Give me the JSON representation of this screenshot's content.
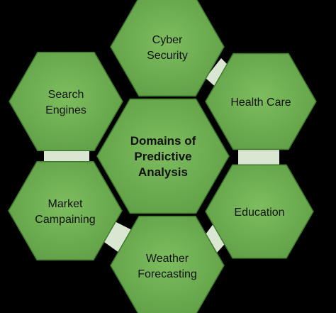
{
  "diagram": {
    "center": {
      "lines": [
        "Domains of",
        "Predictive",
        "Analysis"
      ]
    },
    "domains": [
      {
        "id": "cyber-security",
        "lines": [
          "Cyber",
          "Security"
        ]
      },
      {
        "id": "health-care",
        "lines": [
          "Health Care"
        ]
      },
      {
        "id": "education",
        "lines": [
          "Education"
        ]
      },
      {
        "id": "weather-forecasting",
        "lines": [
          "Weather",
          "Forecasting"
        ]
      },
      {
        "id": "market-campaining",
        "lines": [
          "Market",
          "Campaining"
        ]
      },
      {
        "id": "search-engines",
        "lines": [
          "Search",
          "Engines"
        ]
      }
    ],
    "colors": {
      "background": "#000000",
      "hex_fill": "#6aa84f",
      "hex_fill_light": "#78b85a",
      "hex_stroke": "#3e7a2c",
      "connector": "#d9e6d2",
      "text": "#111111"
    }
  }
}
